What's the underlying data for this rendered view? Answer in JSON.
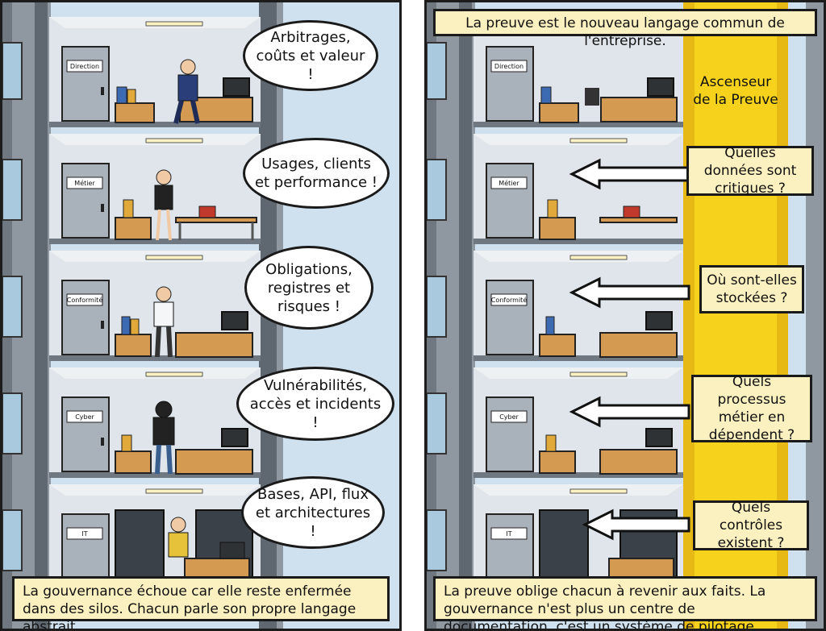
{
  "left_panel": {
    "floors": [
      {
        "door_label": "Direction",
        "bubble_text": "Arbitrages, coûts et valeur !"
      },
      {
        "door_label": "Métier",
        "bubble_text": "Usages, clients et performance !"
      },
      {
        "door_label": "Conformité",
        "bubble_text": "Obligations, registres et risques !"
      },
      {
        "door_label": "Cyber",
        "bubble_text": "Vulnérabilités, accès et incidents !"
      },
      {
        "door_label": "IT",
        "bubble_text": "Bases, API, flux et architectures !"
      }
    ],
    "caption": "La gouvernance échoue car elle reste enfermée dans des silos. Chacun parle son propre langage abstrait."
  },
  "right_panel": {
    "top_banner": "La preuve est le nouveau langage commun de l'entreprise.",
    "elevator_title": "Ascenseur de la Preuve",
    "floors": [
      {
        "door_label": "Direction"
      },
      {
        "door_label": "Métier",
        "question": "Quelles données sont critiques ?"
      },
      {
        "door_label": "Conformité",
        "question": "Où sont-elles stockées ?"
      },
      {
        "door_label": "Cyber",
        "question": "Quels processus métier en dépendent ?"
      },
      {
        "door_label": "IT",
        "question": "Quels contrôles existent ?"
      }
    ],
    "caption": "La preuve oblige chacun à revenir aux faits. La gouvernance n'est plus un centre de documentation, c'est un système de pilotage."
  },
  "colors": {
    "caption_bg": "#fbf0bf",
    "elevator_yellow": "#f6d21c",
    "wall": "#dfe5ea",
    "steel": "#5f6770",
    "desk": "#d59a52",
    "sky": "#cfe1ee"
  }
}
